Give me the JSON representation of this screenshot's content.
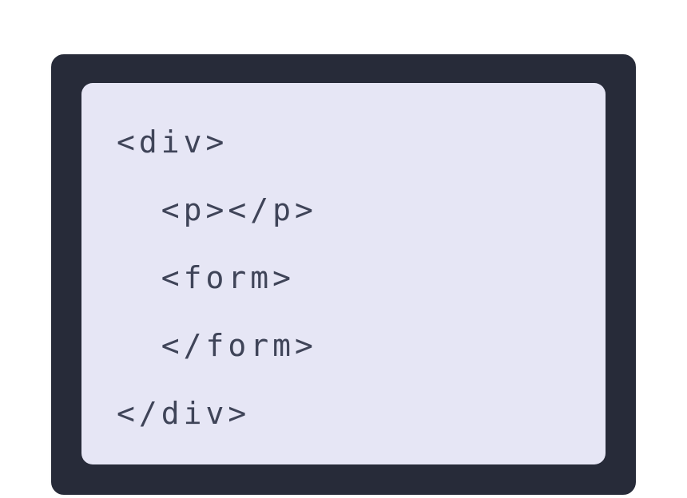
{
  "code": {
    "lines": [
      "<div>",
      "  <p></p>",
      "  <form>",
      "  </form>",
      "</div>"
    ]
  },
  "colors": {
    "page_bg": "#ffffff",
    "frame_bg": "#272b39",
    "frame_border": "#fdfdfd",
    "panel_bg": "#e6e6f5",
    "code_text": "#3f4458"
  }
}
